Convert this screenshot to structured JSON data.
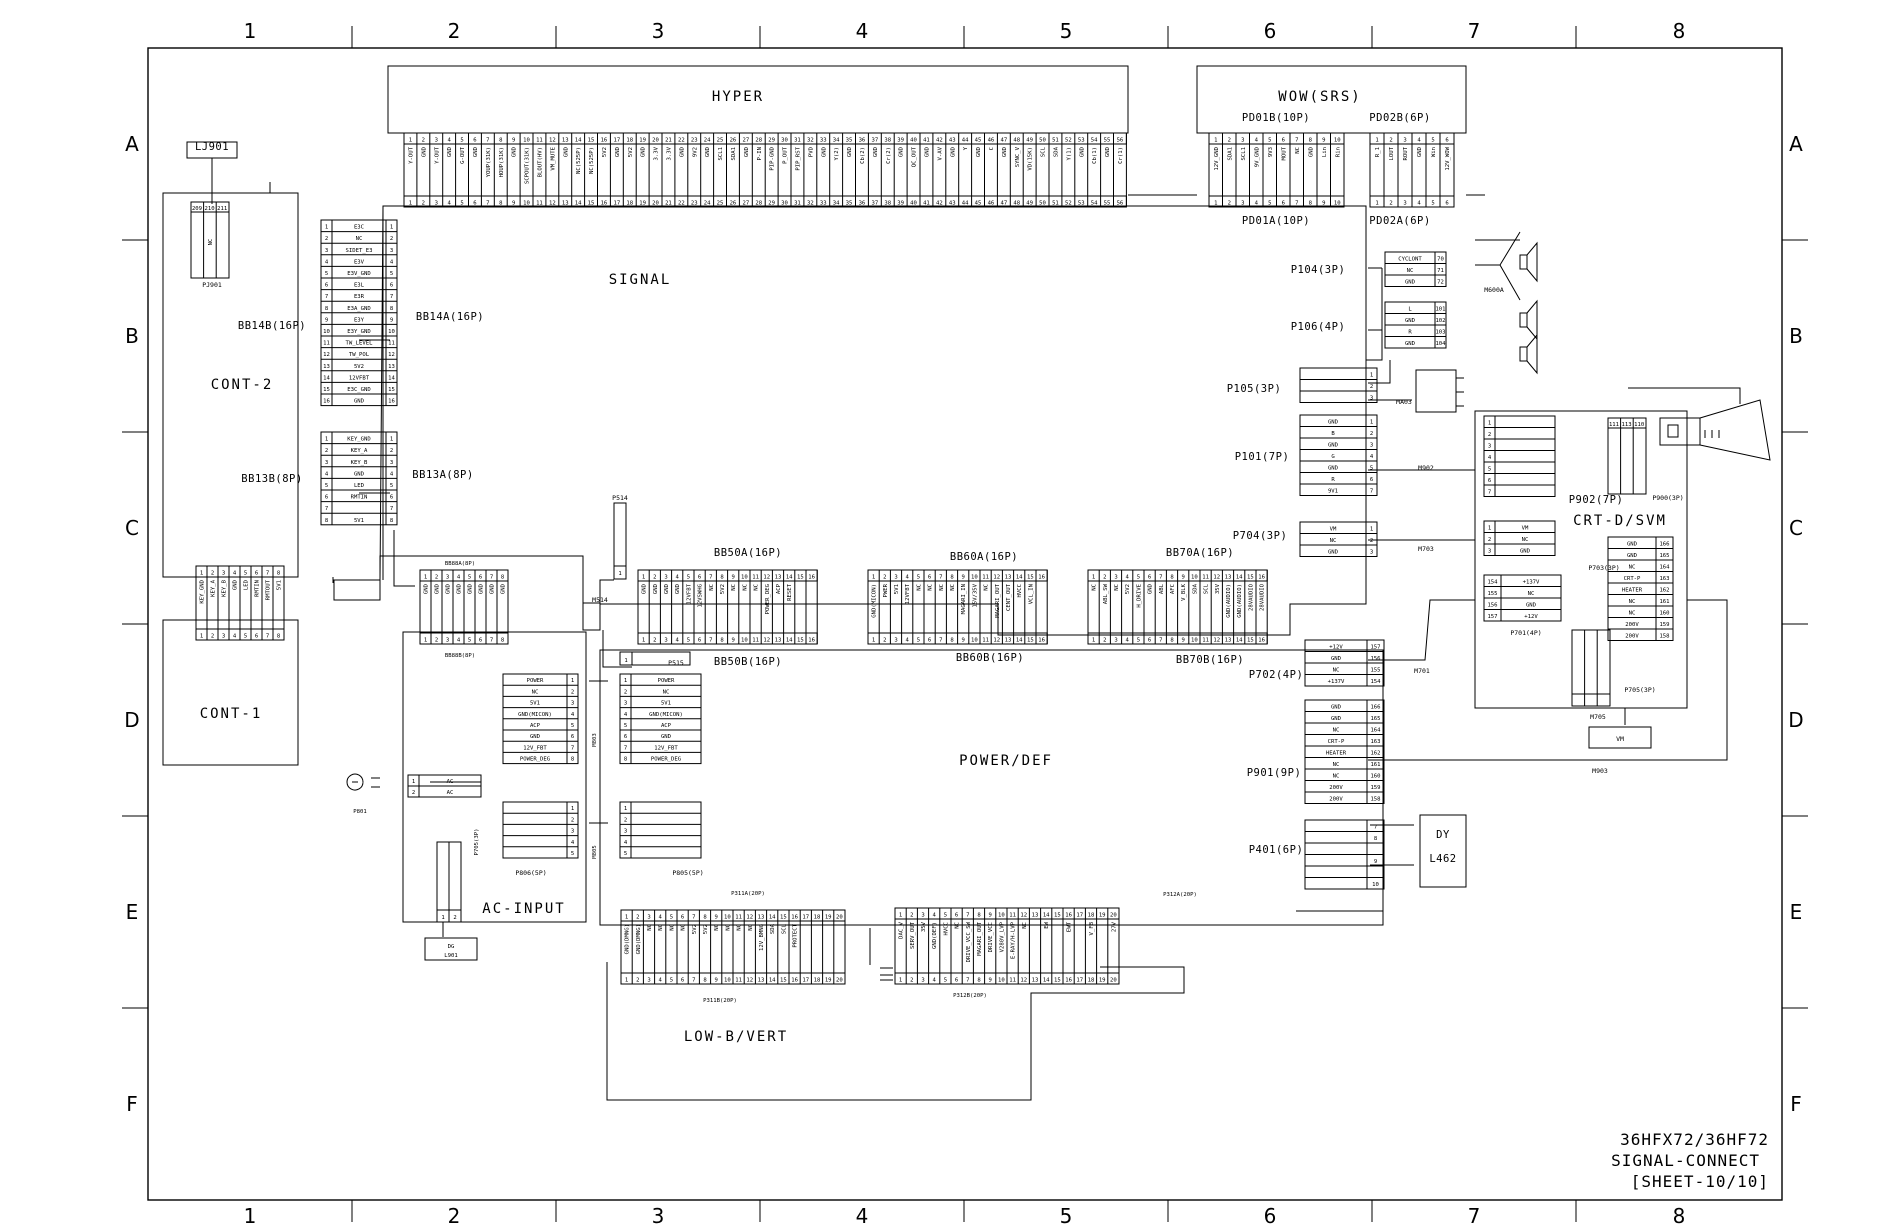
{
  "grid": {
    "cols": [
      "1",
      "2",
      "3",
      "4",
      "5",
      "6",
      "7",
      "8"
    ],
    "rows": [
      "A",
      "B",
      "C",
      "D",
      "E",
      "F"
    ]
  },
  "title_block": [
    "36HFX72/36HF72",
    "SIGNAL-CONNECT",
    "[SHEET-10/10]"
  ],
  "boards": {
    "hyper": "HYPER",
    "wow": "WOW(SRS)",
    "signal": "SIGNAL",
    "cont2": "CONT-2",
    "cont1": "CONT-1",
    "ac_input": "AC-INPUT",
    "power_def": "POWER/DEF",
    "low_b_vert": "LOW-B/VERT",
    "crt_d_svm": "CRT-D/SVM"
  },
  "hyper_pins": [
    "Y-OUT",
    "GND",
    "Y-OUT",
    "GND",
    "G-OUT",
    "GND",
    "YOUP(31K)",
    "HOUP(31K)",
    "GND",
    "SCPOUT(31K)",
    "BLOUT(HV)",
    "VM_MUTE",
    "GND",
    "NC(525P)",
    "NC(525P)",
    "5V2",
    "GND",
    "5V2",
    "GND",
    "3.3V",
    "3.3V",
    "GND",
    "9V2",
    "GND",
    "SCL1",
    "SDA1",
    "GND",
    "P-IN",
    "PIP-GND",
    "P_OUT",
    "PIP_RST",
    "PVD",
    "GND",
    "Y(2)",
    "GND",
    "Cb(2)",
    "GND",
    "Cr(2)",
    "GND",
    "QC_OUT",
    "GND",
    "V-AV",
    "GND",
    "Y",
    "GND",
    "C",
    "GND",
    "SYNC_V",
    "VD(15K)",
    "SCL",
    "SDA",
    "Y(1)",
    "GND",
    "Cb(1)",
    "GND",
    "Cr(1)"
  ],
  "wow_pins_a": [
    "12V_GND",
    "SDA1",
    "SCL1",
    "9V_GND",
    "9V3",
    "MOUT",
    "NC",
    "GND",
    "Lin",
    "Rin"
  ],
  "wow_pins_b": [
    "R_1",
    "LOUT",
    "ROUT",
    "GND",
    "Win",
    "12V_WOW"
  ],
  "labels": {
    "lj901": "LJ901",
    "pj901": "PJ901",
    "pd01b": "PD01B(10P)",
    "pd01a": "PD01A(10P)",
    "pd02b": "PD02B(6P)",
    "pd02a": "PD02A(6P)",
    "bb14b": "BB14B(16P)",
    "bb14a": "BB14A(16P)",
    "bb13b": "BB13B(8P)",
    "bb13a": "BB13A(8P)",
    "bb88a": "BB88A(8P)",
    "bb88b": "BB88B(8P)",
    "bb50a": "BB50A(16P)",
    "bb50b": "BB50B(16P)",
    "bb60a": "BB60A(16P)",
    "bb60b": "BB60B(16P)",
    "bb70a": "BB70A(16P)",
    "bb70b": "BB70B(16P)",
    "p104": "P104(3P)",
    "p106": "P106(4P)",
    "p105": "P105(3P)",
    "p101": "P101(7P)",
    "p704": "P704(3P)",
    "p702": "P702(4P)",
    "p901": "P901(9P)",
    "p401": "P401(6P)",
    "p902": "P902(7P)",
    "p900": "P900(3P)",
    "p703": "P703(3P)",
    "p701": "P701(4P)",
    "p705r": "P705(3P)",
    "p514": "P514",
    "m514": "M514",
    "p515": "P515",
    "m803": "M803",
    "m805": "M805",
    "p705": "P705(3P)",
    "p806": "P806(5P)",
    "p805": "P805(5P)",
    "p801": "P801",
    "dg": "DG",
    "l901": "L901",
    "p311a": "P311A(20P)",
    "p311b": "P311B(20P)",
    "p312a": "P312A(20P)",
    "p312b": "P312B(20P)",
    "m600a": "M600A",
    "ma03": "MA03",
    "m902": "M902",
    "m703": "M703",
    "m701": "M701",
    "m705": "M705",
    "m903": "M903",
    "vm": "VM",
    "dy": "DY",
    "l462": "L462"
  },
  "bb14_pins": [
    "E3C",
    "NC",
    "SIDET_E3",
    "E3V",
    "E3V_GND",
    "E3L",
    "E3R",
    "E3A_GND",
    "E3Y",
    "E3Y_GND",
    "TW_LEVEL",
    "TW_POL",
    "5V2",
    "12VFBT",
    "E3C_GND",
    "GND"
  ],
  "bb13_pins": [
    "KEY_GND",
    "KEY_A",
    "KEY_B",
    "GND",
    "LED",
    "RMTIN",
    "",
    "5V1"
  ],
  "cont1_pins": [
    "KEY_GND",
    "KEY_A",
    "KEY_B",
    "GND",
    "LED",
    "RMTIN",
    "RMTOUT",
    "5V1"
  ],
  "bb88_pins": [
    "GND",
    "GND",
    "GND",
    "GND",
    "GND",
    "GND",
    "GND",
    "GND"
  ],
  "bb50_pins": [
    "GND",
    "GND",
    "GND",
    "GND",
    "12VFBT",
    "12VSWHG",
    "NC",
    "5V2",
    "NC",
    "NC",
    "NC",
    "POWER_DEG",
    "ACP",
    "RESET",
    "",
    ""
  ],
  "bb60_pins": [
    "GND(MICON)",
    "PWER",
    "5V1",
    "12VFBT",
    "NC",
    "NC",
    "NC",
    "NC",
    "MAGARI_IN",
    "15V/35V",
    "NC",
    "MAGARI_OUT",
    "CENT_OUT",
    "HVCC",
    "VCL_IN",
    ""
  ],
  "bb70_pins": [
    "NC",
    "ABL_SW",
    "NC",
    "5V2",
    "H_DRIVE",
    "GND",
    "ABL",
    "AFC",
    "V_BLK",
    "SDA",
    "SCL",
    "35V",
    "GND(AUDIO)",
    "GND(AUDIO)",
    "28VAUDIO",
    "28VAUDIO"
  ],
  "m803_pins": [
    "POWER",
    "NC",
    "5V1",
    "GND(MICON)",
    "ACP",
    "GND",
    "12V_FBT",
    "POWER_DEG"
  ],
  "p515_pins": [
    "POWER",
    "NC",
    "5V1",
    "GND(MICON)",
    "ACP",
    "GND",
    "12V_FBT",
    "POWER_DEG"
  ],
  "p801_pins": [
    "AC",
    "AC"
  ],
  "p104_pins": [
    "CYCLONT",
    "NC",
    "GND"
  ],
  "p104_nums": [
    "70",
    "71",
    "72"
  ],
  "p106_pins": [
    "L",
    "GND",
    "R",
    "GND"
  ],
  "p106_nums": [
    "101",
    "102",
    "103",
    "104"
  ],
  "p101_pins": [
    "GND",
    "B",
    "GND",
    "G",
    "GND",
    "R",
    "9V1"
  ],
  "p704_pins": [
    "VM",
    "NC",
    "GND"
  ],
  "p702_pins": [
    "+12V",
    "GND",
    "NC",
    "+137V"
  ],
  "p702_nums": [
    "157",
    "156",
    "155",
    "154"
  ],
  "p901_pins": [
    "GND",
    "GND",
    "NC",
    "CRT-P",
    "HEATER",
    "NC",
    "NC",
    "200V",
    "200V"
  ],
  "p901_nums": [
    "166",
    "165",
    "164",
    "163",
    "162",
    "161",
    "160",
    "159",
    "158"
  ],
  "p703_pins": [
    "VM",
    "NC",
    "GND"
  ],
  "p701_pins": [
    "+137V",
    "NC",
    "GND",
    "+12V"
  ],
  "p701_nums": [
    "154",
    "155",
    "156",
    "157"
  ],
  "p311_pins": [
    "GND(DMNG)",
    "GND(DMNG)",
    "NC",
    "NC",
    "NC",
    "NC",
    "5V2",
    "5V2",
    "NC",
    "NC",
    "NC",
    "NC",
    "12V_BMNG",
    "SDA",
    "SCL",
    "PROTECT",
    "",
    "",
    "",
    ""
  ],
  "p312_pins": [
    "DAC_V",
    "SERV_OUT",
    "35V",
    "GND(DEF)",
    "HVCC",
    "NC",
    "DRIVE_VCC_SW",
    "MAGARI_OUT",
    "DRIVE_VCC",
    "V280V_LVP",
    "E-RAY/H-LVP",
    "NC",
    "",
    "EW",
    "",
    "EWT",
    "",
    "V_FB",
    "",
    "27V"
  ]
}
